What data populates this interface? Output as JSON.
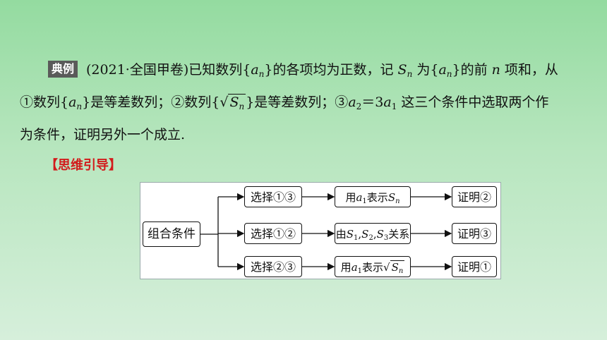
{
  "problem": {
    "tag": "典例",
    "line1": {
      "p1": "(2021·全国甲卷)已知数列{",
      "a": "a",
      "n": "n",
      "p2": "}的各项均为正数，记 ",
      "S": "S",
      "n2": "n",
      "p3": " 为{",
      "a2": "a",
      "n3": "n",
      "p4": "}的前 ",
      "nItalic": "n",
      "p5": " 项和，从"
    },
    "line2": {
      "p1": "①数列{",
      "a": "a",
      "n": "n",
      "p2": "}是等差数列；②数列{",
      "rad": "√",
      "S": "S",
      "n2": "n",
      "p3": "}是等差数列；③",
      "a2": "a",
      "sub2": "2",
      "eq": "＝3",
      "a1": "a",
      "sub1": "1",
      "p4": " 这三个条件中选取两个作"
    },
    "line3": "为条件，证明另外一个成立."
  },
  "guide_label": "【思维引导】",
  "diagram": {
    "root": "组合条件",
    "rows": [
      {
        "choice": "选择①③",
        "method": {
          "p1": "用",
          "a": "a",
          "sub": "1",
          "p2": "表示",
          "S": "S",
          "n": "n"
        },
        "proof": "证明②"
      },
      {
        "choice": "选择①②",
        "method": {
          "p1": "由",
          "S1": "S",
          "s1": "1",
          "c1": ",",
          "S2": "S",
          "s2": "2",
          "c2": ",",
          "S3": "S",
          "s3": "3",
          "p2": "关系"
        },
        "proof": "证明③"
      },
      {
        "choice": "选择②③",
        "method": {
          "p1": "用",
          "a": "a",
          "sub": "1",
          "p2": "表示",
          "rad": "√",
          "S": "S",
          "n": "n"
        },
        "proof": "证明①"
      }
    ]
  }
}
